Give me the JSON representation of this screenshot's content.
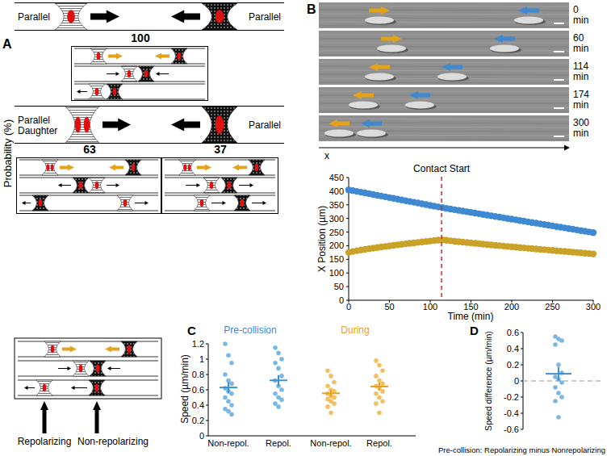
{
  "diagram": {
    "nodes": [
      {
        "text": [
          "Parallel",
          "Parallel"
        ]
      },
      {
        "text": [
          "100"
        ]
      },
      {
        "text": [
          "Parallel Daughter",
          "Parallel"
        ]
      },
      {
        "text": [
          "63"
        ]
      },
      {
        "text": [
          "37"
        ]
      }
    ],
    "labels": [
      "A",
      "Probability (%)",
      "Repolarizing",
      "Non-repolarizing",
      "B",
      "0 min",
      "60 min",
      "114 min",
      "174 min",
      "300 min",
      "x",
      "Contact Start",
      "X Position (µm)",
      "Time (min)",
      "450",
      "400",
      "350",
      "300",
      "250",
      "200",
      "150",
      "100",
      "50",
      "0",
      "0",
      "50",
      "100",
      "150",
      "200",
      "250",
      "300",
      "C",
      "Pre-collision",
      "During",
      "Speed (µm/min)",
      "1.2",
      "1",
      "0.8",
      "0.6",
      "0.4",
      "0.2",
      "0",
      "Non-repol.",
      "Repol.",
      "Non-repol.",
      "Repol.",
      "D",
      "Speed difference (µm/min)",
      "0.6",
      "0.4",
      "0.2",
      "0",
      "-0.2",
      "-0.4",
      "-0.6",
      "Pre-collision: Repolarizing minus Nonrepolarizing"
    ]
  }
}
